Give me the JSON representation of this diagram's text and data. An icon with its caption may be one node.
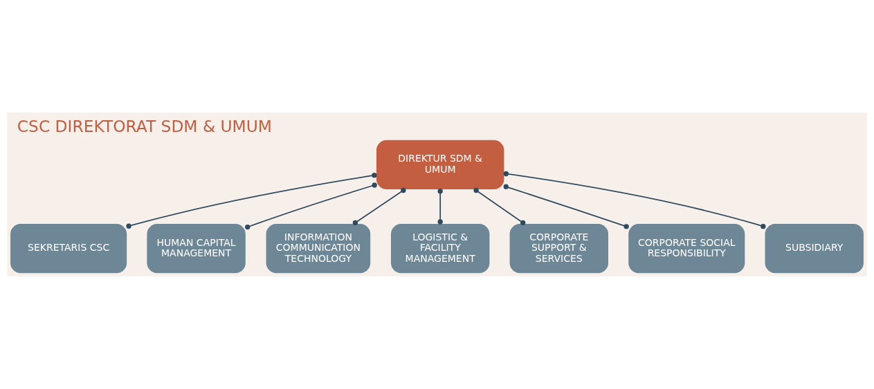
{
  "diagram": {
    "title": "CSC DIREKTORAT SDM & UMUM",
    "nodes": [
      {
        "text": [
          "DIREKTUR SDM & UMUM"
        ]
      },
      {
        "text": [
          "SEKRETARIS CSC"
        ]
      },
      {
        "text": [
          "HUMAN CAPITAL MANAGEMENT"
        ]
      },
      {
        "text": [
          "INFORMATION COMMUNICATION TECHNOLOGY"
        ]
      },
      {
        "text": [
          "LOGISTIC & FACILITY MANAGEMENT"
        ]
      },
      {
        "text": [
          "CORPORATE SUPPORT & SERVICES"
        ]
      },
      {
        "text": [
          "CORPORATE SOCIAL RESPONSIBILITY"
        ]
      },
      {
        "text": [
          "SUBSIDIARY"
        ]
      }
    ],
    "edges": [
      {
        "from": 0,
        "to": 1,
        "arrow": "other"
      },
      {
        "from": 0,
        "to": 2,
        "arrow": "other"
      },
      {
        "from": 0,
        "to": 3,
        "arrow": "other"
      },
      {
        "from": 0,
        "to": 4,
        "arrow": "other"
      },
      {
        "from": 0,
        "to": 5,
        "arrow": "other"
      },
      {
        "from": 0,
        "to": 6,
        "arrow": "other"
      },
      {
        "from": 0,
        "to": 7,
        "arrow": "other"
      }
    ]
  }
}
